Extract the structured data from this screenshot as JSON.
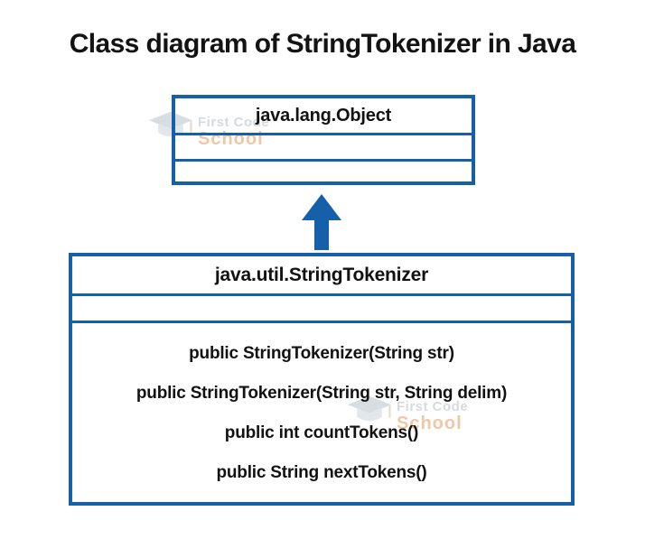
{
  "title": "Class diagram of StringTokenizer in Java",
  "object_box": {
    "name": "java.lang.Object"
  },
  "tokenizer_box": {
    "name": "java.util.StringTokenizer",
    "methods": [
      "public StringTokenizer(String str)",
      "public StringTokenizer(String str, String delim)",
      "public int countTokens()",
      "public String nextTokens()"
    ]
  },
  "watermark": {
    "line1": "First Code",
    "line2": "School",
    "icon": "graduation-cap-icon"
  },
  "colors": {
    "box_border": "#1560a9",
    "arrow": "#1560a9",
    "title_text": "#131313",
    "method_text": "#121212",
    "watermark_gray": "#b4bcc6",
    "watermark_orange": "#e39a5a"
  }
}
